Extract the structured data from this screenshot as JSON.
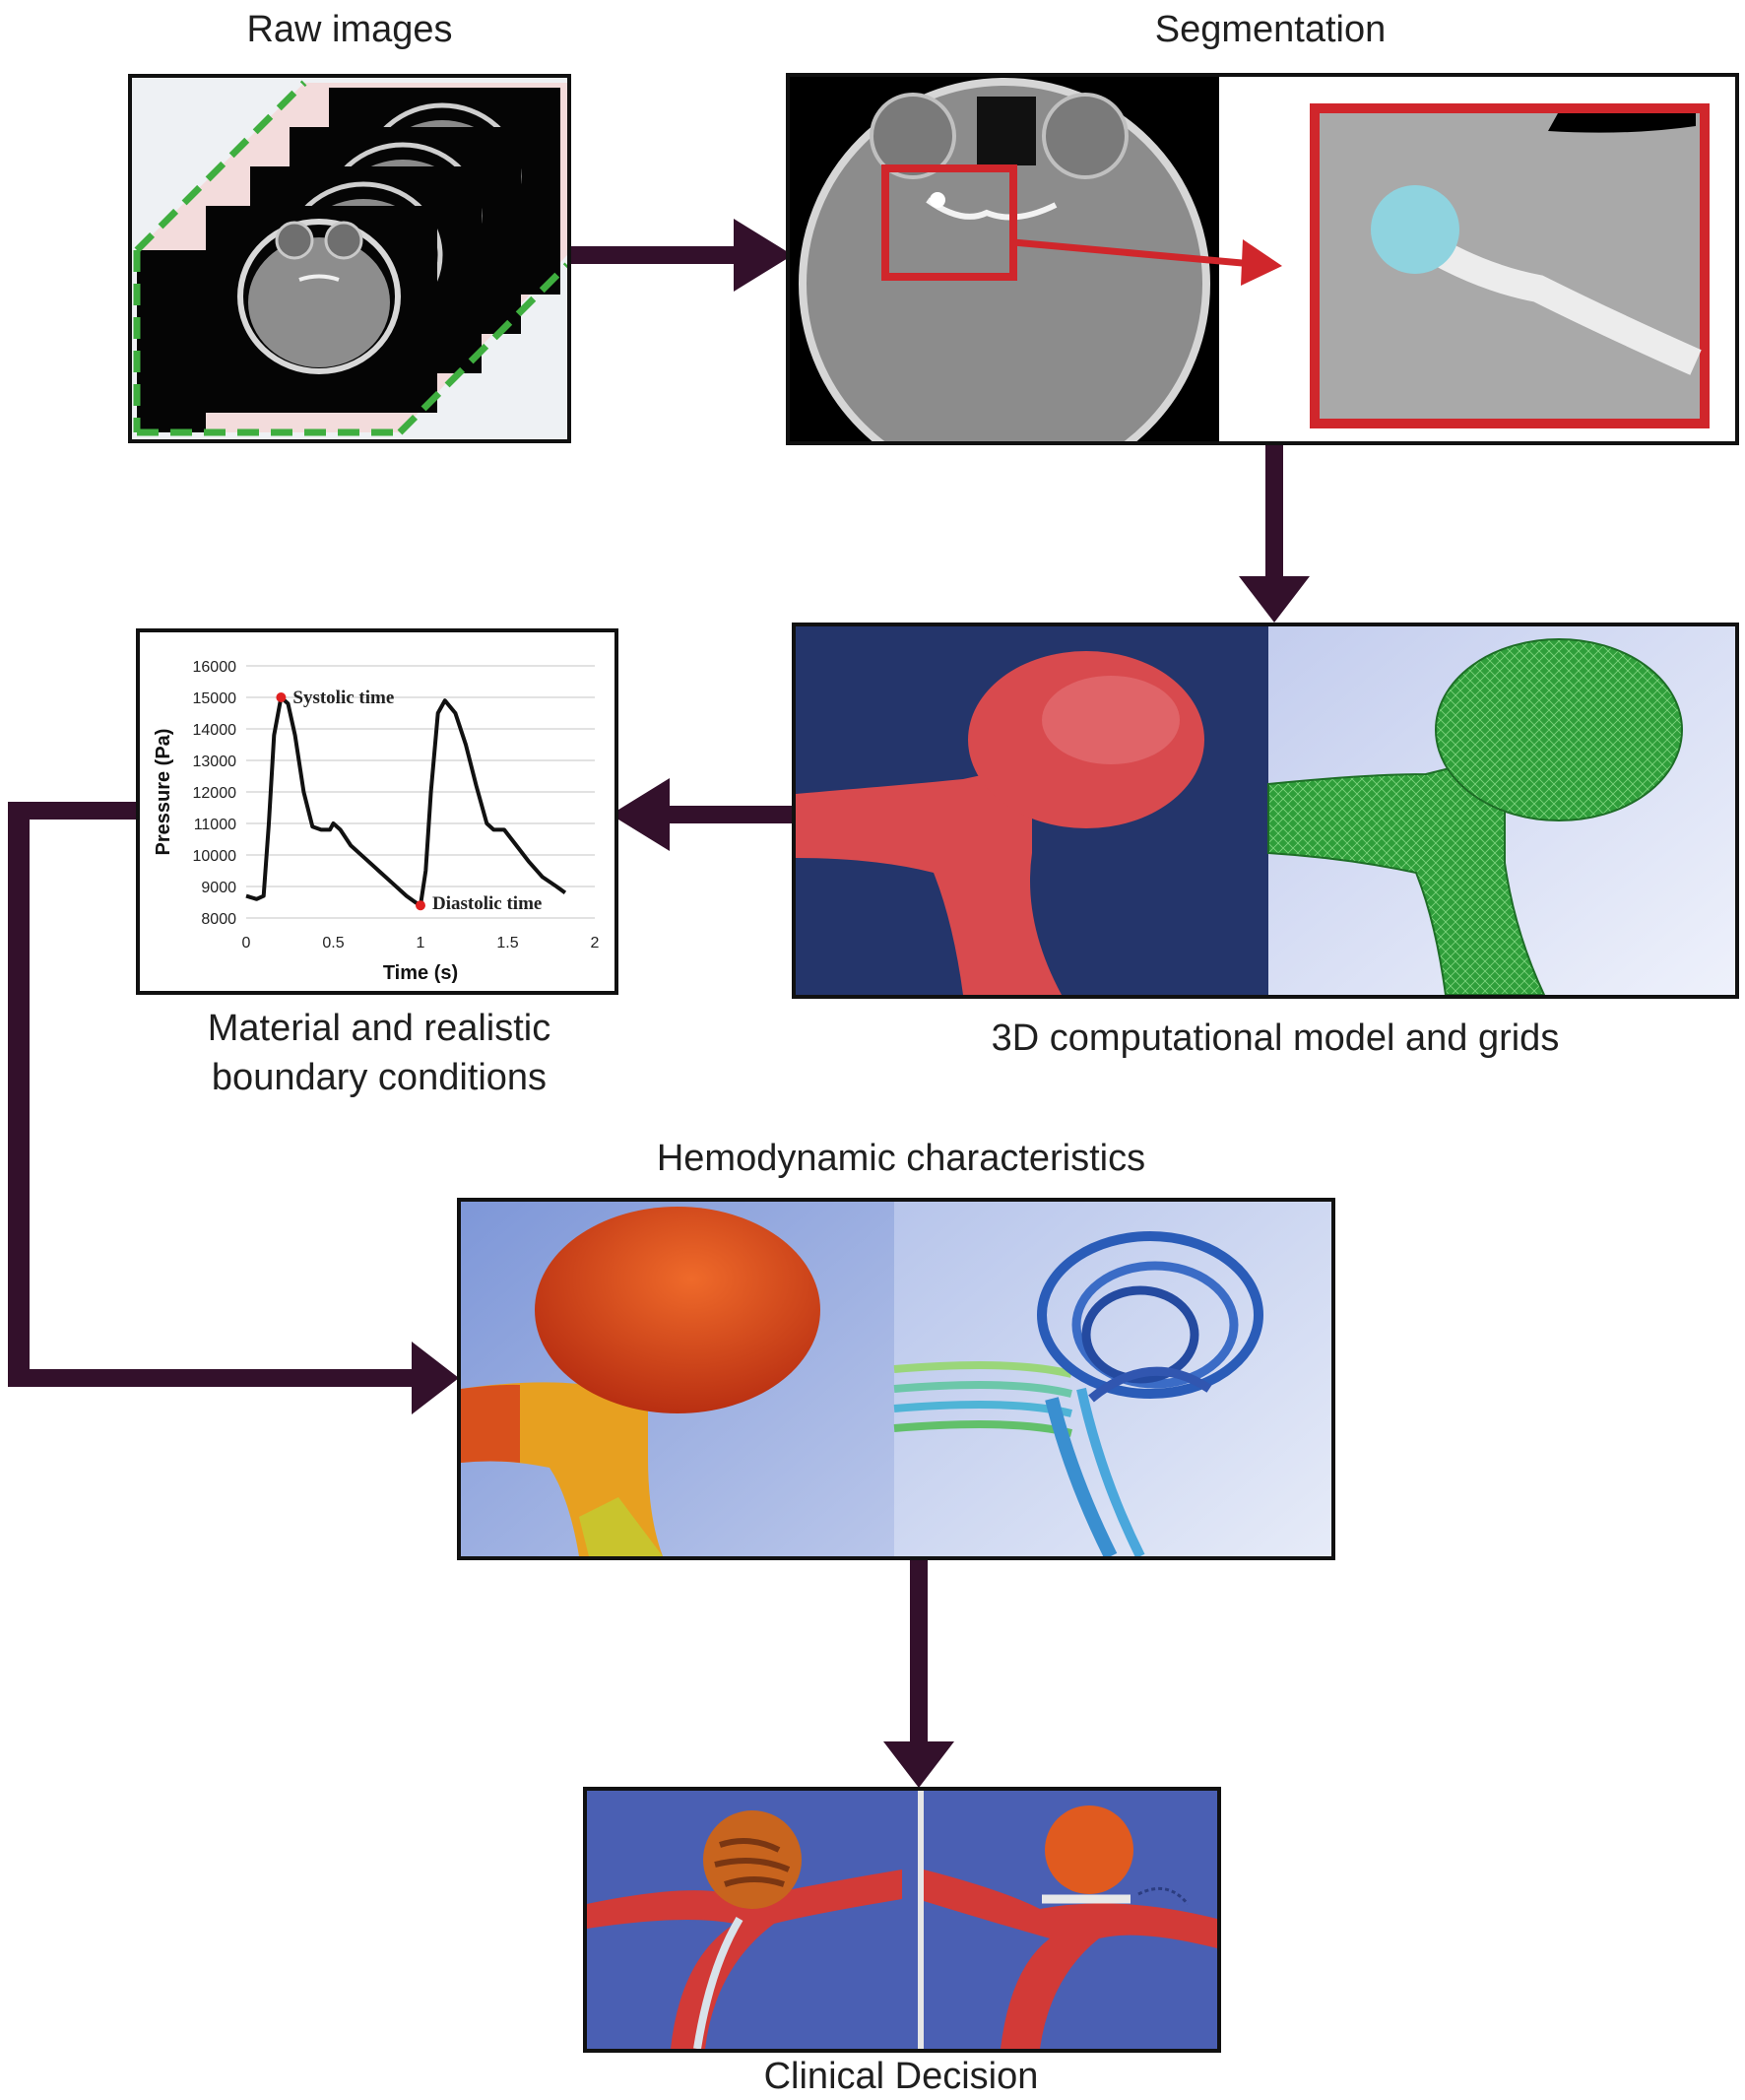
{
  "labels": {
    "raw_images": "Raw images",
    "segmentation": "Segmentation",
    "material_line1": "Material and realistic",
    "material_line2": "boundary conditions",
    "model": "3D computational model and grids",
    "hemodynamic": "Hemodynamic characteristics",
    "clinical": "Clinical Decision"
  },
  "colors": {
    "arrow": "#33102b",
    "seg_box": "#d0262b",
    "dash": "#3fae3f",
    "dark_blue_bg": "#24356b",
    "vessel_red": "#d84a4e",
    "mesh_green": "#2f9e3a",
    "clinical_blue": "#4a5fb3"
  },
  "chart_data": {
    "type": "line",
    "xlabel": "Time (s)",
    "ylabel": "Pressure (Pa)",
    "xlim": [
      0,
      2
    ],
    "ylim": [
      8000,
      16000
    ],
    "x_ticks": [
      "0",
      "0.5",
      "1",
      "1.5",
      "2"
    ],
    "y_ticks": [
      "8000",
      "9000",
      "10000",
      "11000",
      "12000",
      "13000",
      "14000",
      "15000",
      "16000"
    ],
    "grid": true,
    "series": [
      {
        "x": [
          0,
          0.06,
          0.1,
          0.13,
          0.16,
          0.2,
          0.24,
          0.28,
          0.33,
          0.38,
          0.43,
          0.48,
          0.5,
          0.54,
          0.6,
          0.68,
          0.76,
          0.84,
          0.92,
          0.97,
          1.0,
          1.03,
          1.06,
          1.1,
          1.14,
          1.2,
          1.26,
          1.32,
          1.38,
          1.42,
          1.48,
          1.55,
          1.62,
          1.7,
          1.78,
          1.83
        ],
        "y": [
          8700,
          8600,
          8700,
          11000,
          13800,
          15000,
          14800,
          13800,
          12000,
          10900,
          10800,
          10800,
          11000,
          10800,
          10300,
          9900,
          9500,
          9100,
          8700,
          8500,
          8400,
          9500,
          12000,
          14500,
          14900,
          14500,
          13500,
          12200,
          11000,
          10800,
          10800,
          10300,
          9800,
          9300,
          9000,
          8800
        ]
      }
    ],
    "annotations": [
      {
        "text": "Systolic time",
        "x": 0.2,
        "y": 15000
      },
      {
        "text": "Diastolic time",
        "x": 1.0,
        "y": 8400
      }
    ]
  }
}
